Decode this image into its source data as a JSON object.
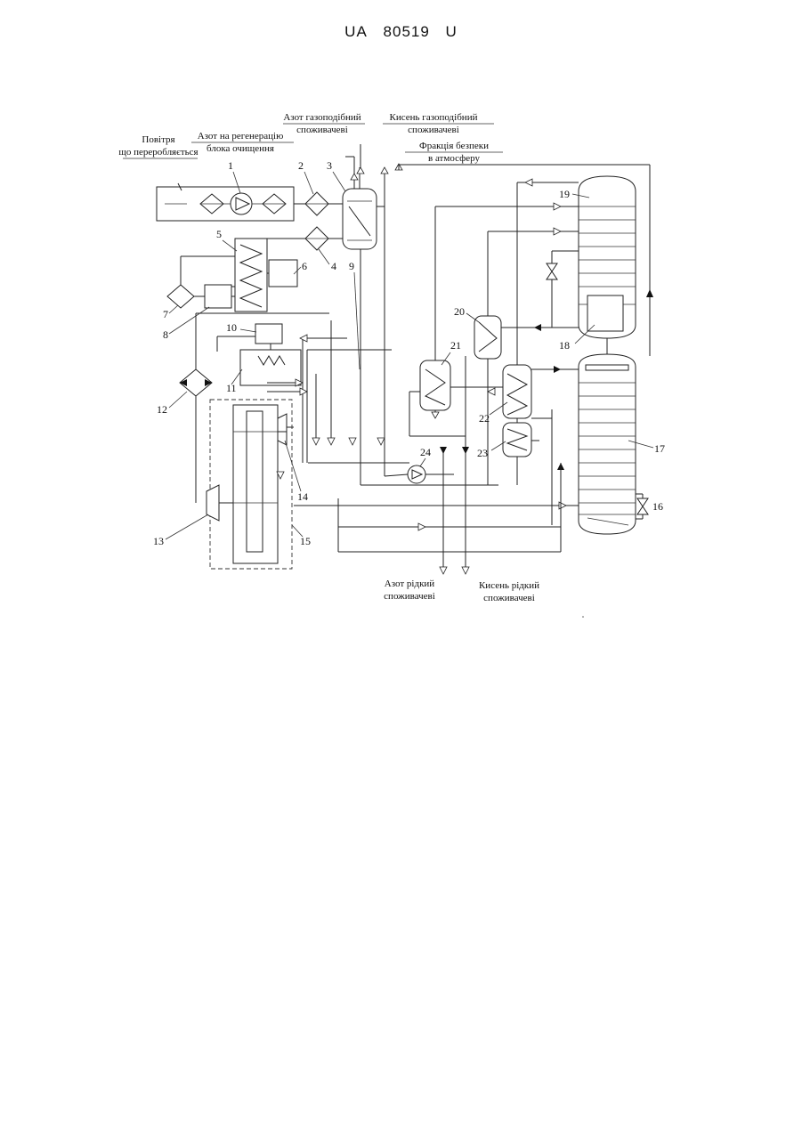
{
  "header": {
    "country": "UA",
    "number": "80519",
    "kind": "U"
  },
  "labels": {
    "air": [
      "Повітря",
      "що переробляється"
    ],
    "regen": [
      "Азот на регенерацію",
      "блока очищення"
    ],
    "n2_gas": [
      "Азот газоподібний",
      "споживачеві"
    ],
    "o2_gas": [
      "Кисень газоподібний",
      "споживачеві"
    ],
    "safety": [
      "Фракція безпеки",
      "в атмосферу"
    ],
    "n2_liq": [
      "Азот рідкий",
      "споживачеві"
    ],
    "o2_liq": [
      "Кисень рідкий",
      "споживачеві"
    ]
  },
  "numbers": [
    "1",
    "2",
    "3",
    "4",
    "5",
    "6",
    "7",
    "8",
    "9",
    "10",
    "11",
    "12",
    "13",
    "14",
    "15",
    "16",
    "17",
    "18",
    "19",
    "20",
    "21",
    "22",
    "23",
    "24"
  ]
}
